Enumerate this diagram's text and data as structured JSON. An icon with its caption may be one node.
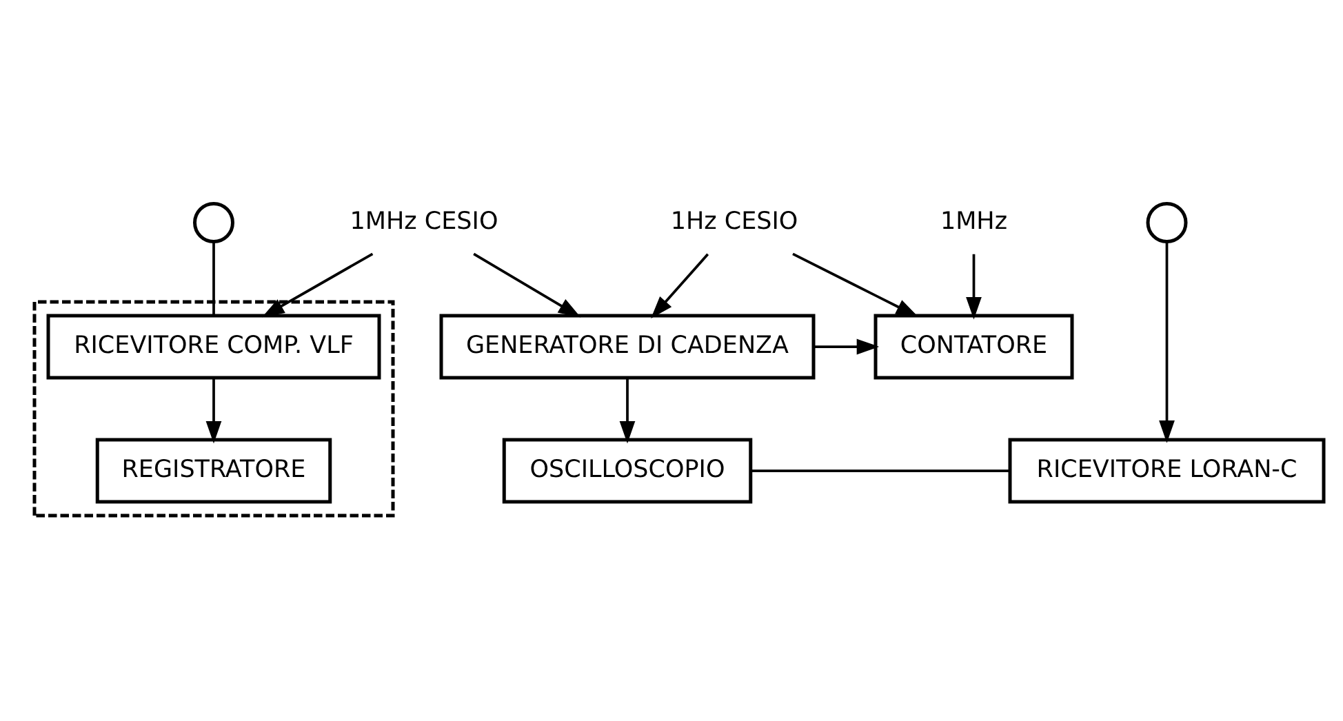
{
  "diagram": {
    "nodes": [
      {
        "text": [],
        "shape": "box"
      },
      {
        "text": [],
        "shape": "circle"
      },
      {
        "text": [
          "RICEVITORE COMP. VLF"
        ],
        "in": 0
      },
      {
        "text": [
          "GENERATORE DI CADENZA"
        ]
      },
      {
        "text": [
          "CONTATORE"
        ]
      },
      {
        "text": [
          "REGISTRATORE"
        ],
        "in": 0
      },
      {
        "text": [
          "OSCILLOSCOPIO"
        ]
      },
      {
        "text": [
          "RICEVITORE LORAN-C"
        ]
      },
      {
        "text": [],
        "shape": "circle"
      },
      {
        "text": [
          "1MHz CESIO"
        ]
      },
      {
        "text": [
          "1Hz CESIO"
        ]
      },
      {
        "text": [
          "1MHz"
        ]
      }
    ],
    "edges": [
      {
        "from": 1,
        "to": 2,
        "arrow": "none"
      },
      {
        "from": 9,
        "to": 2,
        "arrow": "to"
      },
      {
        "from": 9,
        "to": 3,
        "arrow": "to"
      },
      {
        "from": 10,
        "to": 3,
        "arrow": "to"
      },
      {
        "from": 10,
        "to": 4,
        "arrow": "to"
      },
      {
        "from": 11,
        "to": 4,
        "arrow": "to"
      },
      {
        "from": 3,
        "to": 4,
        "arrow": "to"
      },
      {
        "from": 2,
        "to": 5,
        "arrow": "to"
      },
      {
        "from": 3,
        "to": 6,
        "arrow": "to"
      },
      {
        "from": 7,
        "to": 6,
        "arrow": "none"
      },
      {
        "from": 8,
        "to": 7,
        "arrow": "to"
      }
    ]
  }
}
